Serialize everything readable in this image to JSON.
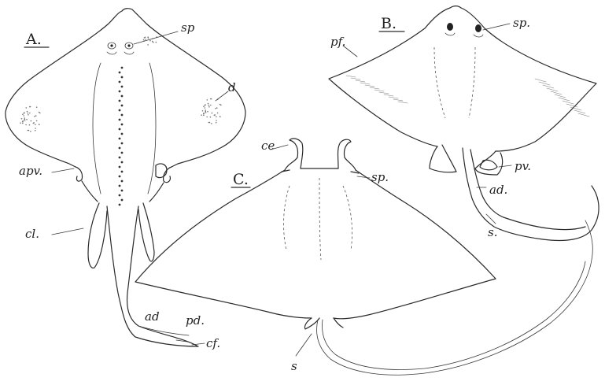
{
  "figure": {
    "panels": [
      {
        "id": "A",
        "caption": "A.",
        "labels": {
          "sp": "sp",
          "d": "d",
          "apv": "apv.",
          "cl": "cl.",
          "ad": "ad",
          "pd": "pd.",
          "cf": "cf."
        }
      },
      {
        "id": "B",
        "caption": "B.",
        "labels": {
          "pf": "pf.",
          "sp": "sp.",
          "pv": "pv.",
          "ad": "ad.",
          "s": "s."
        }
      },
      {
        "id": "C",
        "caption": "C.",
        "labels": {
          "ce": "ce",
          "sp": "sp.",
          "s": "s"
        }
      }
    ]
  }
}
